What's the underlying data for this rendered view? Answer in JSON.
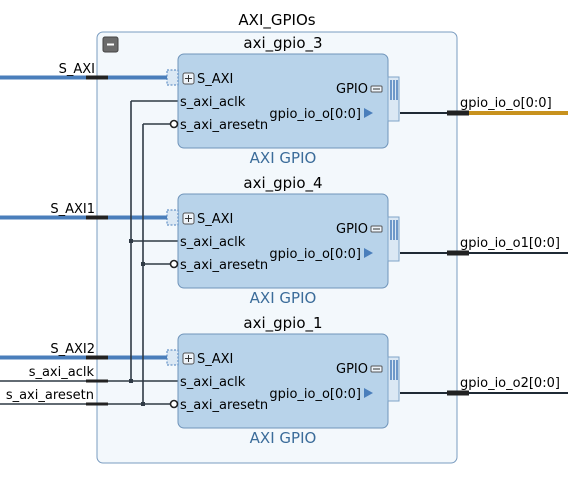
{
  "hierarchy": {
    "title": "AXI_GPIOs",
    "collapse_symbol": "−",
    "accent_color": "#4a7ebb",
    "block_fill": "#b8d3ea",
    "bus_color": "#4a7ebb",
    "output_bus_highlight": "#c8921e"
  },
  "external_ports": {
    "inputs": [
      "S_AXI",
      "S_AXI1",
      "S_AXI2",
      "s_axi_aclk",
      "s_axi_aresetn"
    ],
    "outputs": [
      "gpio_io_o[0:0]",
      "gpio_io_o1[0:0]",
      "gpio_io_o2[0:0]"
    ]
  },
  "blocks": [
    {
      "instance": "axi_gpio_3",
      "type": "AXI GPIO",
      "pins_in": [
        "S_AXI",
        "s_axi_aclk",
        "s_axi_aresetn"
      ],
      "pin_bus_out": "GPIO",
      "pin_out": "gpio_io_o[0:0]"
    },
    {
      "instance": "axi_gpio_4",
      "type": "AXI GPIO",
      "pins_in": [
        "S_AXI",
        "s_axi_aclk",
        "s_axi_aresetn"
      ],
      "pin_bus_out": "GPIO",
      "pin_out": "gpio_io_o[0:0]"
    },
    {
      "instance": "axi_gpio_1",
      "type": "AXI GPIO",
      "pins_in": [
        "S_AXI",
        "s_axi_aclk",
        "s_axi_aresetn"
      ],
      "pin_bus_out": "GPIO",
      "pin_out": "gpio_io_o[0:0]"
    }
  ]
}
